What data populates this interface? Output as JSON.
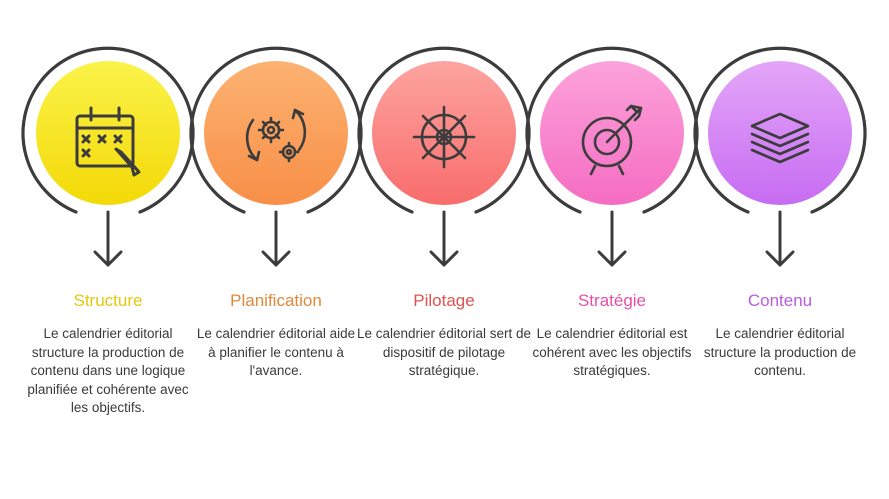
{
  "steps": [
    {
      "title": "Structure",
      "description": "Le calendrier éditorial structure la production de contenu dans une logique planifiée et cohérente avec les objectifs.",
      "icon": "calendar-icon",
      "title_color": "#e3c80f",
      "gradient_top": "#fbf34a",
      "gradient_bottom": "#f3d907"
    },
    {
      "title": "Planification",
      "description": "Le calendrier éditorial aide à planifier le contenu à l'avance.",
      "icon": "gears-cycle-icon",
      "title_color": "#e0883a",
      "gradient_top": "#fcb272",
      "gradient_bottom": "#f88f47"
    },
    {
      "title": "Pilotage",
      "description": "Le calendrier éditorial sert de dispositif de pilotage stratégique.",
      "icon": "ship-wheel-icon",
      "title_color": "#e0524f",
      "gradient_top": "#fda4a0",
      "gradient_bottom": "#f86d6c"
    },
    {
      "title": "Stratégie",
      "description": "Le calendrier éditorial est cohérent avec les objectifs stratégiques.",
      "icon": "target-arrow-icon",
      "title_color": "#e64fa8",
      "gradient_top": "#fca3da",
      "gradient_bottom": "#f56cc2"
    },
    {
      "title": "Contenu",
      "description": "Le calendrier éditorial structure la production de contenu.",
      "icon": "layers-icon",
      "title_color": "#b65ce0",
      "gradient_top": "#e3a6f8",
      "gradient_bottom": "#c76cf2"
    }
  ]
}
